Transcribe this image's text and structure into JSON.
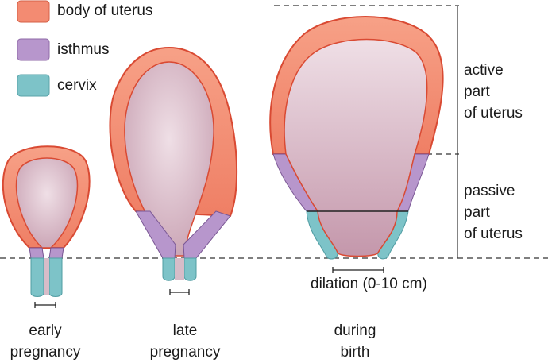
{
  "legend": {
    "items": [
      {
        "label": "body of uterus",
        "color": "#f38b72"
      },
      {
        "label": "isthmus",
        "color": "#b796cc"
      },
      {
        "label": "cervix",
        "color": "#7dc3c8"
      }
    ]
  },
  "annotations": {
    "active_line1": "active",
    "active_line2": "part",
    "active_line3": "of uterus",
    "passive_line1": "passive",
    "passive_line2": "part",
    "passive_line3": "of uterus",
    "dilation": "dilation (0-10 cm)"
  },
  "stages": [
    {
      "line1": "early",
      "line2": "pregnancy"
    },
    {
      "line1": "late",
      "line2": "pregnancy"
    },
    {
      "line1": "during",
      "line2": "birth"
    }
  ],
  "colors": {
    "interior": "#d7bcc8",
    "outline": "#d94a33",
    "line": "#222222"
  }
}
